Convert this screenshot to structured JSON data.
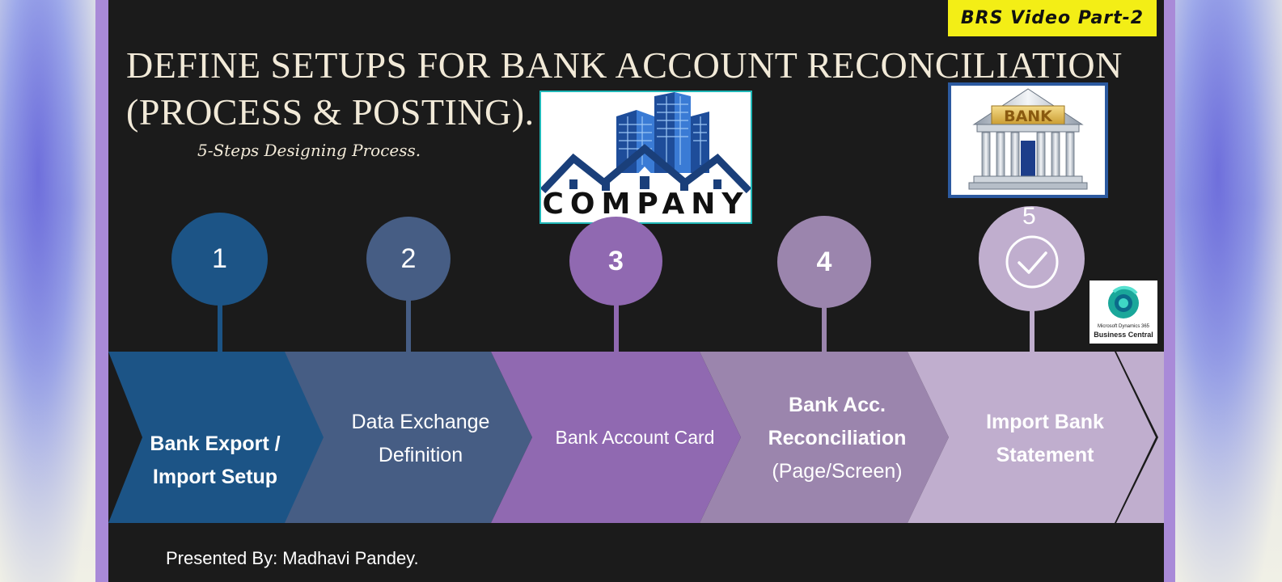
{
  "tag": "BRS Video Part-2",
  "title_line1": "DEFINE SETUPS FOR BANK ACCOUNT RECONCILIATION",
  "title_line2": "(PROCESS & POSTING).",
  "subtitle": "5-Steps Designing Process.",
  "company_logo_text": "COMPANY",
  "bank_logo_text": "BANK",
  "bc_logo_line1": "Microsoft Dynamics 365",
  "bc_logo_line2": "Business Central",
  "steps": [
    {
      "number": "1",
      "label_line1": "Bank Export /",
      "label_line2": "Import Setup",
      "color": "#1c5486"
    },
    {
      "number": "2",
      "label_line1": "Data Exchange",
      "label_line2": "Definition",
      "color": "#465d84"
    },
    {
      "number": "3",
      "label_line1": "Bank Account Card",
      "label_line2": "",
      "color": "#9069b1"
    },
    {
      "number": "4",
      "label_line1": "Bank Acc.",
      "label_line2": "Reconciliation",
      "label_line3": "(Page/Screen)",
      "color": "#9b85ad"
    },
    {
      "number": "5",
      "label_line1": "Import Bank",
      "label_line2": "Statement",
      "color": "#c0aece"
    }
  ],
  "footer": "Presented By: Madhavi Pandey."
}
